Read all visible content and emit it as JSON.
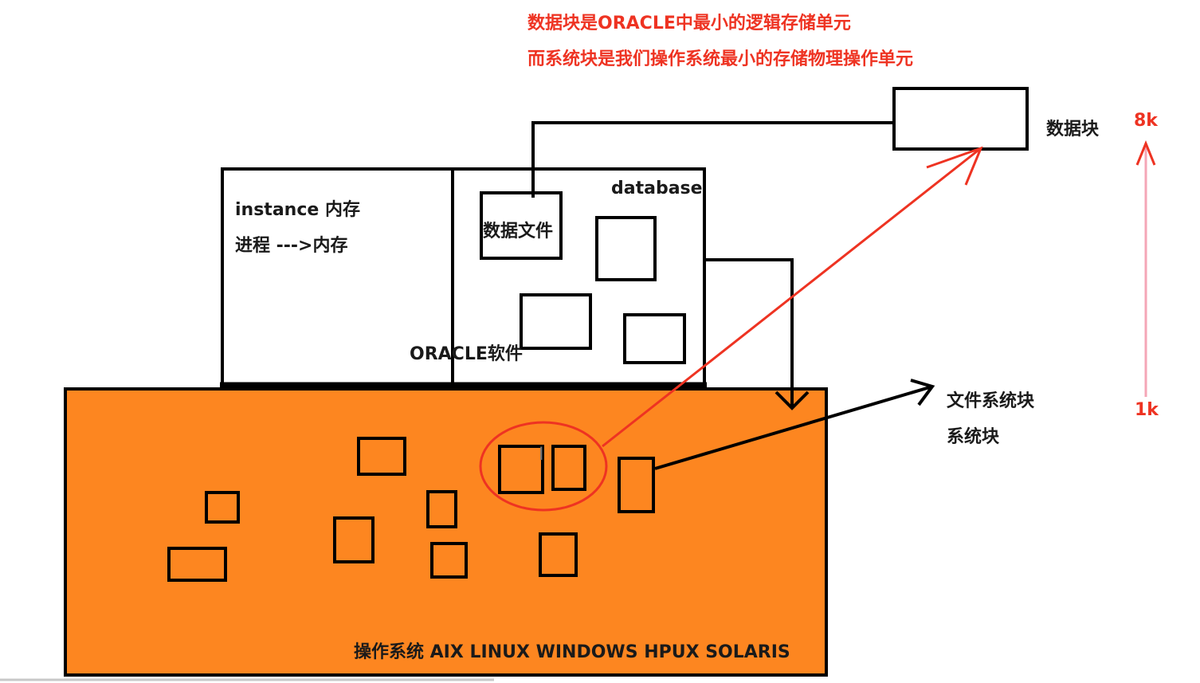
{
  "notes": {
    "line1": "数据块是ORACLE中最小的逻辑存储单元",
    "line2": "而系统块是我们操作系统最小的存储物理操作单元"
  },
  "instance_box": {
    "line1": "instance 内存",
    "line2": "进程  --->内存",
    "software_label": "ORACLE软件"
  },
  "database_box": {
    "label": "database",
    "datafile_label": "数据文件"
  },
  "data_block": {
    "label": "数据块"
  },
  "block_size": {
    "top": "8k",
    "bottom": "1k"
  },
  "fs_labels": {
    "line1": "文件系统块",
    "line2": "系统块"
  },
  "os": {
    "label": "操作系统 AIX LINUX WINDOWS HPUX SOLARIS"
  },
  "colors": {
    "os_fill": "#fd8620",
    "annotation_red": "#ee3322",
    "stroke": "#000000",
    "pink_arrow": "#f4a6b6"
  }
}
